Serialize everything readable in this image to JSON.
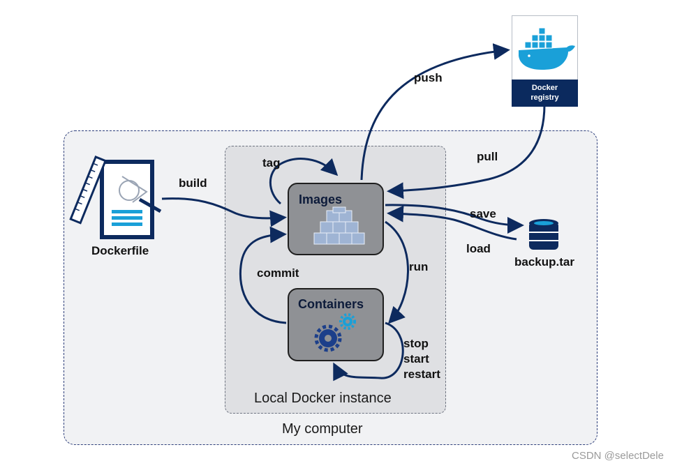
{
  "regions": {
    "my_computer": "My computer",
    "local_instance": "Local Docker instance"
  },
  "nodes": {
    "images": "Images",
    "containers": "Containers",
    "dockerfile": "Dockerfile",
    "backup": "backup.tar",
    "registry_line1": "Docker",
    "registry_line2": "registry"
  },
  "edges": {
    "build": "build",
    "tag": "tag",
    "push": "push",
    "pull": "pull",
    "save": "save",
    "load": "load",
    "run": "run",
    "commit": "commit",
    "stop": "stop",
    "start": "start",
    "restart": "restart"
  },
  "watermark": "CSDN @selectDele",
  "colors": {
    "arrow": "#0d2a5e",
    "node_fill": "#8f9195",
    "registry_band": "#0b2a5e",
    "docker_blue": "#1aa0d8"
  },
  "icons": [
    "dockerfile-icon",
    "images-stack-icon",
    "gears-icon",
    "database-icon",
    "docker-whale-icon"
  ]
}
